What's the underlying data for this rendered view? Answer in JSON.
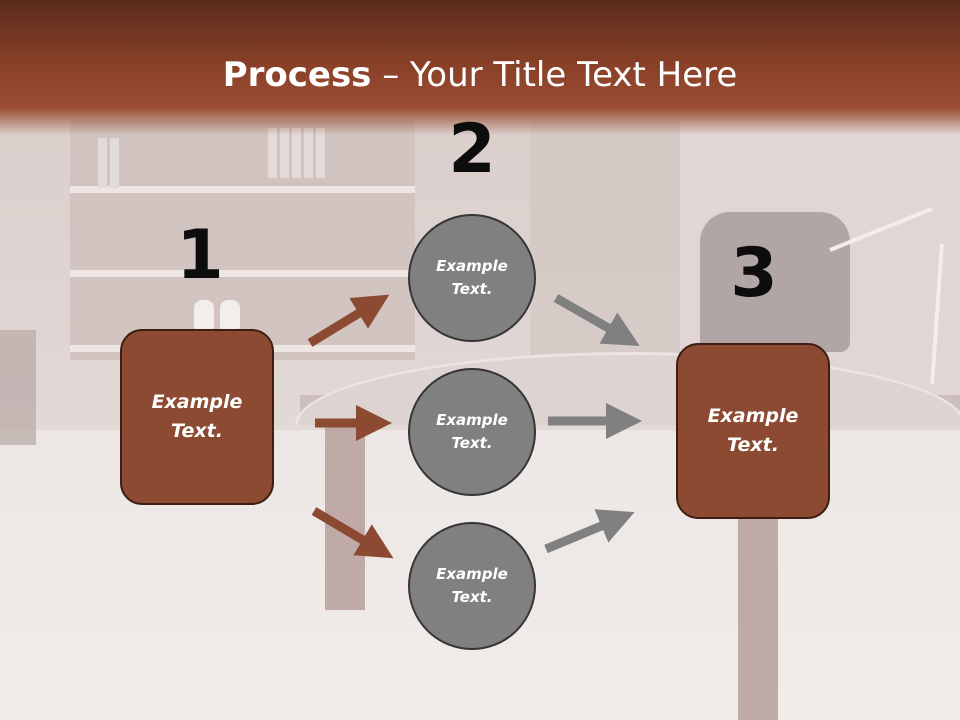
{
  "title": {
    "bold_part": "Process",
    "rest_part": " – Your Title Text Here"
  },
  "steps": {
    "one": "1",
    "two": "2",
    "three": "3"
  },
  "nodes": {
    "start": "Example Text.",
    "middle_top": "Example Text.",
    "middle_center": "Example Text.",
    "middle_bottom": "Example Text.",
    "end": "Example Text."
  },
  "colors": {
    "accent_brown": "#8b4a31",
    "circle_gray": "#808080",
    "arrow_brown": "#8b4a31",
    "arrow_gray": "#808080"
  }
}
